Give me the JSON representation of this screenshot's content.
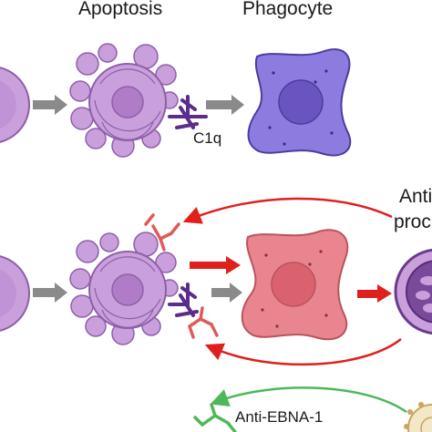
{
  "labels": {
    "apoptosis": "Apoptosis",
    "phagocyte": "Phagocyte",
    "c1q": "C1q",
    "anti_line1": "Anti",
    "anti_line2": "proc",
    "anti_ebna": "Anti-EBNA-1"
  },
  "colors": {
    "cell_purple": "#C9A0DC",
    "cell_purple_stroke": "#8E5FA8",
    "phagocyte_blue": "#8E7BE0",
    "phagocyte_stroke": "#4B3C9E",
    "phagocyte_pink": "#E9858F",
    "phagocyte_pink_stroke": "#B8545E",
    "c1q_purple": "#5B2C8C",
    "antibody_red": "#E05A5A",
    "antibody_green": "#4DB858",
    "arrow_gray": "#8A8A8A",
    "arrow_red": "#E0201C",
    "ring_dark": "#6B3A8A"
  }
}
